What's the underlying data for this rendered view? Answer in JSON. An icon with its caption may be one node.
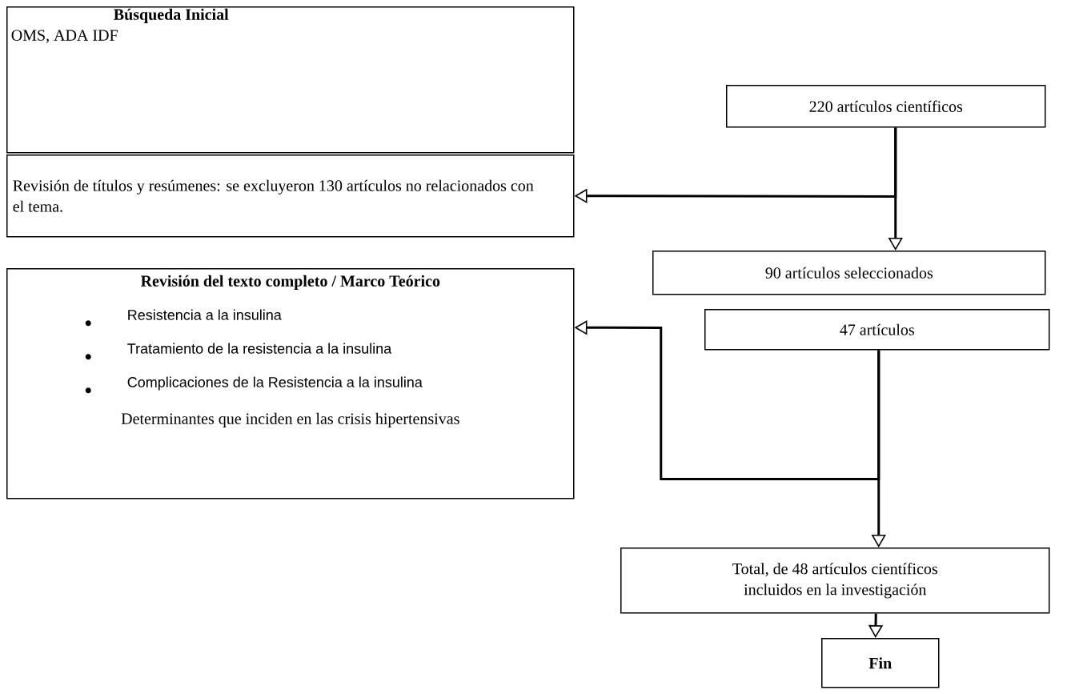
{
  "diagram": {
    "nodes": [
      {
        "text": [
          "Búsqueda Inicial",
          "OMS, ADA IDF"
        ]
      },
      {
        "text": [
          "220 artículos científicos"
        ]
      },
      {
        "text": [
          "Revisión de títulos y resúmenes: se excluyeron 130 artículos no relacionados con el tema."
        ]
      },
      {
        "text": [
          "90 artículos seleccionados"
        ]
      },
      {
        "text": [
          "Revisión del texto completo / Marco Teórico",
          "Resistencia a la insulina",
          "Tratamiento de la resistencia a la insulina",
          "Complicaciones de la Resistencia a la insulina",
          "Determinantes que inciden en las crisis hipertensivas"
        ]
      },
      {
        "text": [
          "47 artículos"
        ]
      },
      {
        "text": [
          "Total, de 48 artículos científicos incluidos en la investigación"
        ]
      },
      {
        "text": [
          "Fin"
        ]
      }
    ],
    "edges": [
      {
        "from": 1,
        "to": 3,
        "arrow": "to"
      },
      {
        "from": 1,
        "to": 2,
        "arrow": "to"
      },
      {
        "from": 5,
        "to": 6,
        "arrow": "to"
      },
      {
        "from": 5,
        "to": 4,
        "arrow": "to"
      },
      {
        "from": 6,
        "to": 7,
        "arrow": "to"
      }
    ]
  }
}
